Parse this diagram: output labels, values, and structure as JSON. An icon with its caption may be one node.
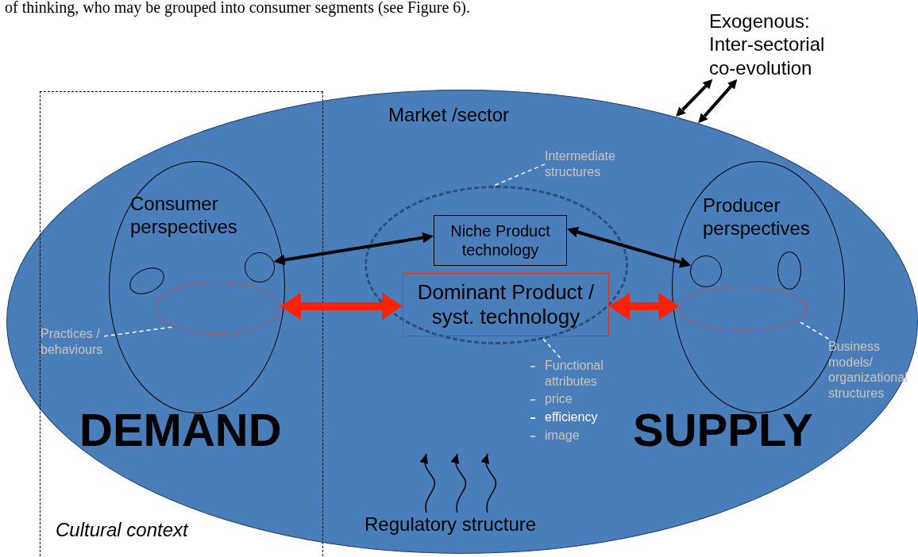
{
  "diagram": {
    "nodes": [
      {
        "text": [
          "Exogenous: Inter-sectorial co-evolution"
        ]
      },
      {
        "text": [
          "Market /sector"
        ]
      },
      {
        "text": [
          "Consumer perspectives"
        ],
        "in": 1
      },
      {
        "text": [],
        "shape": "circle",
        "in": 2
      },
      {
        "text": [],
        "shape": "ellipse",
        "in": 2
      },
      {
        "text": [],
        "shape": "ellipse",
        "in": 2
      },
      {
        "text": [
          "Practices / behaviours"
        ],
        "in": 1
      },
      {
        "text": [
          "Intermediate structures"
        ],
        "in": 1
      },
      {
        "text": [],
        "shape": "ellipse",
        "in": 1
      },
      {
        "text": [
          "Niche Product technology"
        ],
        "in": 8
      },
      {
        "text": [
          "Dominant Product / syst. technology"
        ],
        "in": 8
      },
      {
        "text": [
          "Functional attributes",
          "price",
          "efficiency",
          "image"
        ],
        "in": 1
      },
      {
        "text": [
          "Producer perspectives"
        ],
        "in": 1
      },
      {
        "text": [],
        "shape": "circle",
        "in": 12
      },
      {
        "text": [],
        "shape": "ellipse",
        "in": 12
      },
      {
        "text": [],
        "shape": "ellipse",
        "in": 12
      },
      {
        "text": [
          "Business models/ organizational structures"
        ],
        "in": 1
      },
      {
        "text": [
          "Regulatory structure"
        ],
        "in": 1
      }
    ],
    "edges": [
      {
        "from": 3,
        "to": 9,
        "arrow": "both",
        "style": "thick"
      },
      {
        "from": 9,
        "to": 13,
        "arrow": "both",
        "style": "thick"
      },
      {
        "from": 5,
        "to": 10,
        "arrow": "both",
        "style": "thick",
        "color": "#ff2200"
      },
      {
        "from": 10,
        "to": 15,
        "arrow": "both",
        "style": "thick",
        "color": "#ff2200"
      },
      {
        "from": 6,
        "to": 5,
        "arrow": "none",
        "style": "dashed",
        "color": "#ffffff"
      },
      {
        "from": 7,
        "to": 8,
        "arrow": "none",
        "style": "dashed",
        "color": "#ffffff"
      },
      {
        "from": 11,
        "to": 10,
        "arrow": "none",
        "style": "dashed",
        "color": "#ffffff"
      },
      {
        "from": 16,
        "to": 15,
        "arrow": "none",
        "style": "dashed",
        "color": "#ffffff"
      },
      {
        "from": 0,
        "to": 1,
        "arrow": "both",
        "style": "thick"
      },
      {
        "from": 0,
        "to": 1,
        "arrow": "both",
        "style": "thick"
      },
      {
        "from": 17,
        "to": null,
        "arrow": "to"
      },
      {
        "from": 17,
        "to": null,
        "arrow": "to"
      },
      {
        "from": 17,
        "to": null,
        "arrow": "to"
      }
    ],
    "labels": [
      "of thinking, who may be grouped into consumer segments (see Figure 6).",
      "DEMAND",
      "SUPPLY",
      "Cultural context"
    ]
  }
}
